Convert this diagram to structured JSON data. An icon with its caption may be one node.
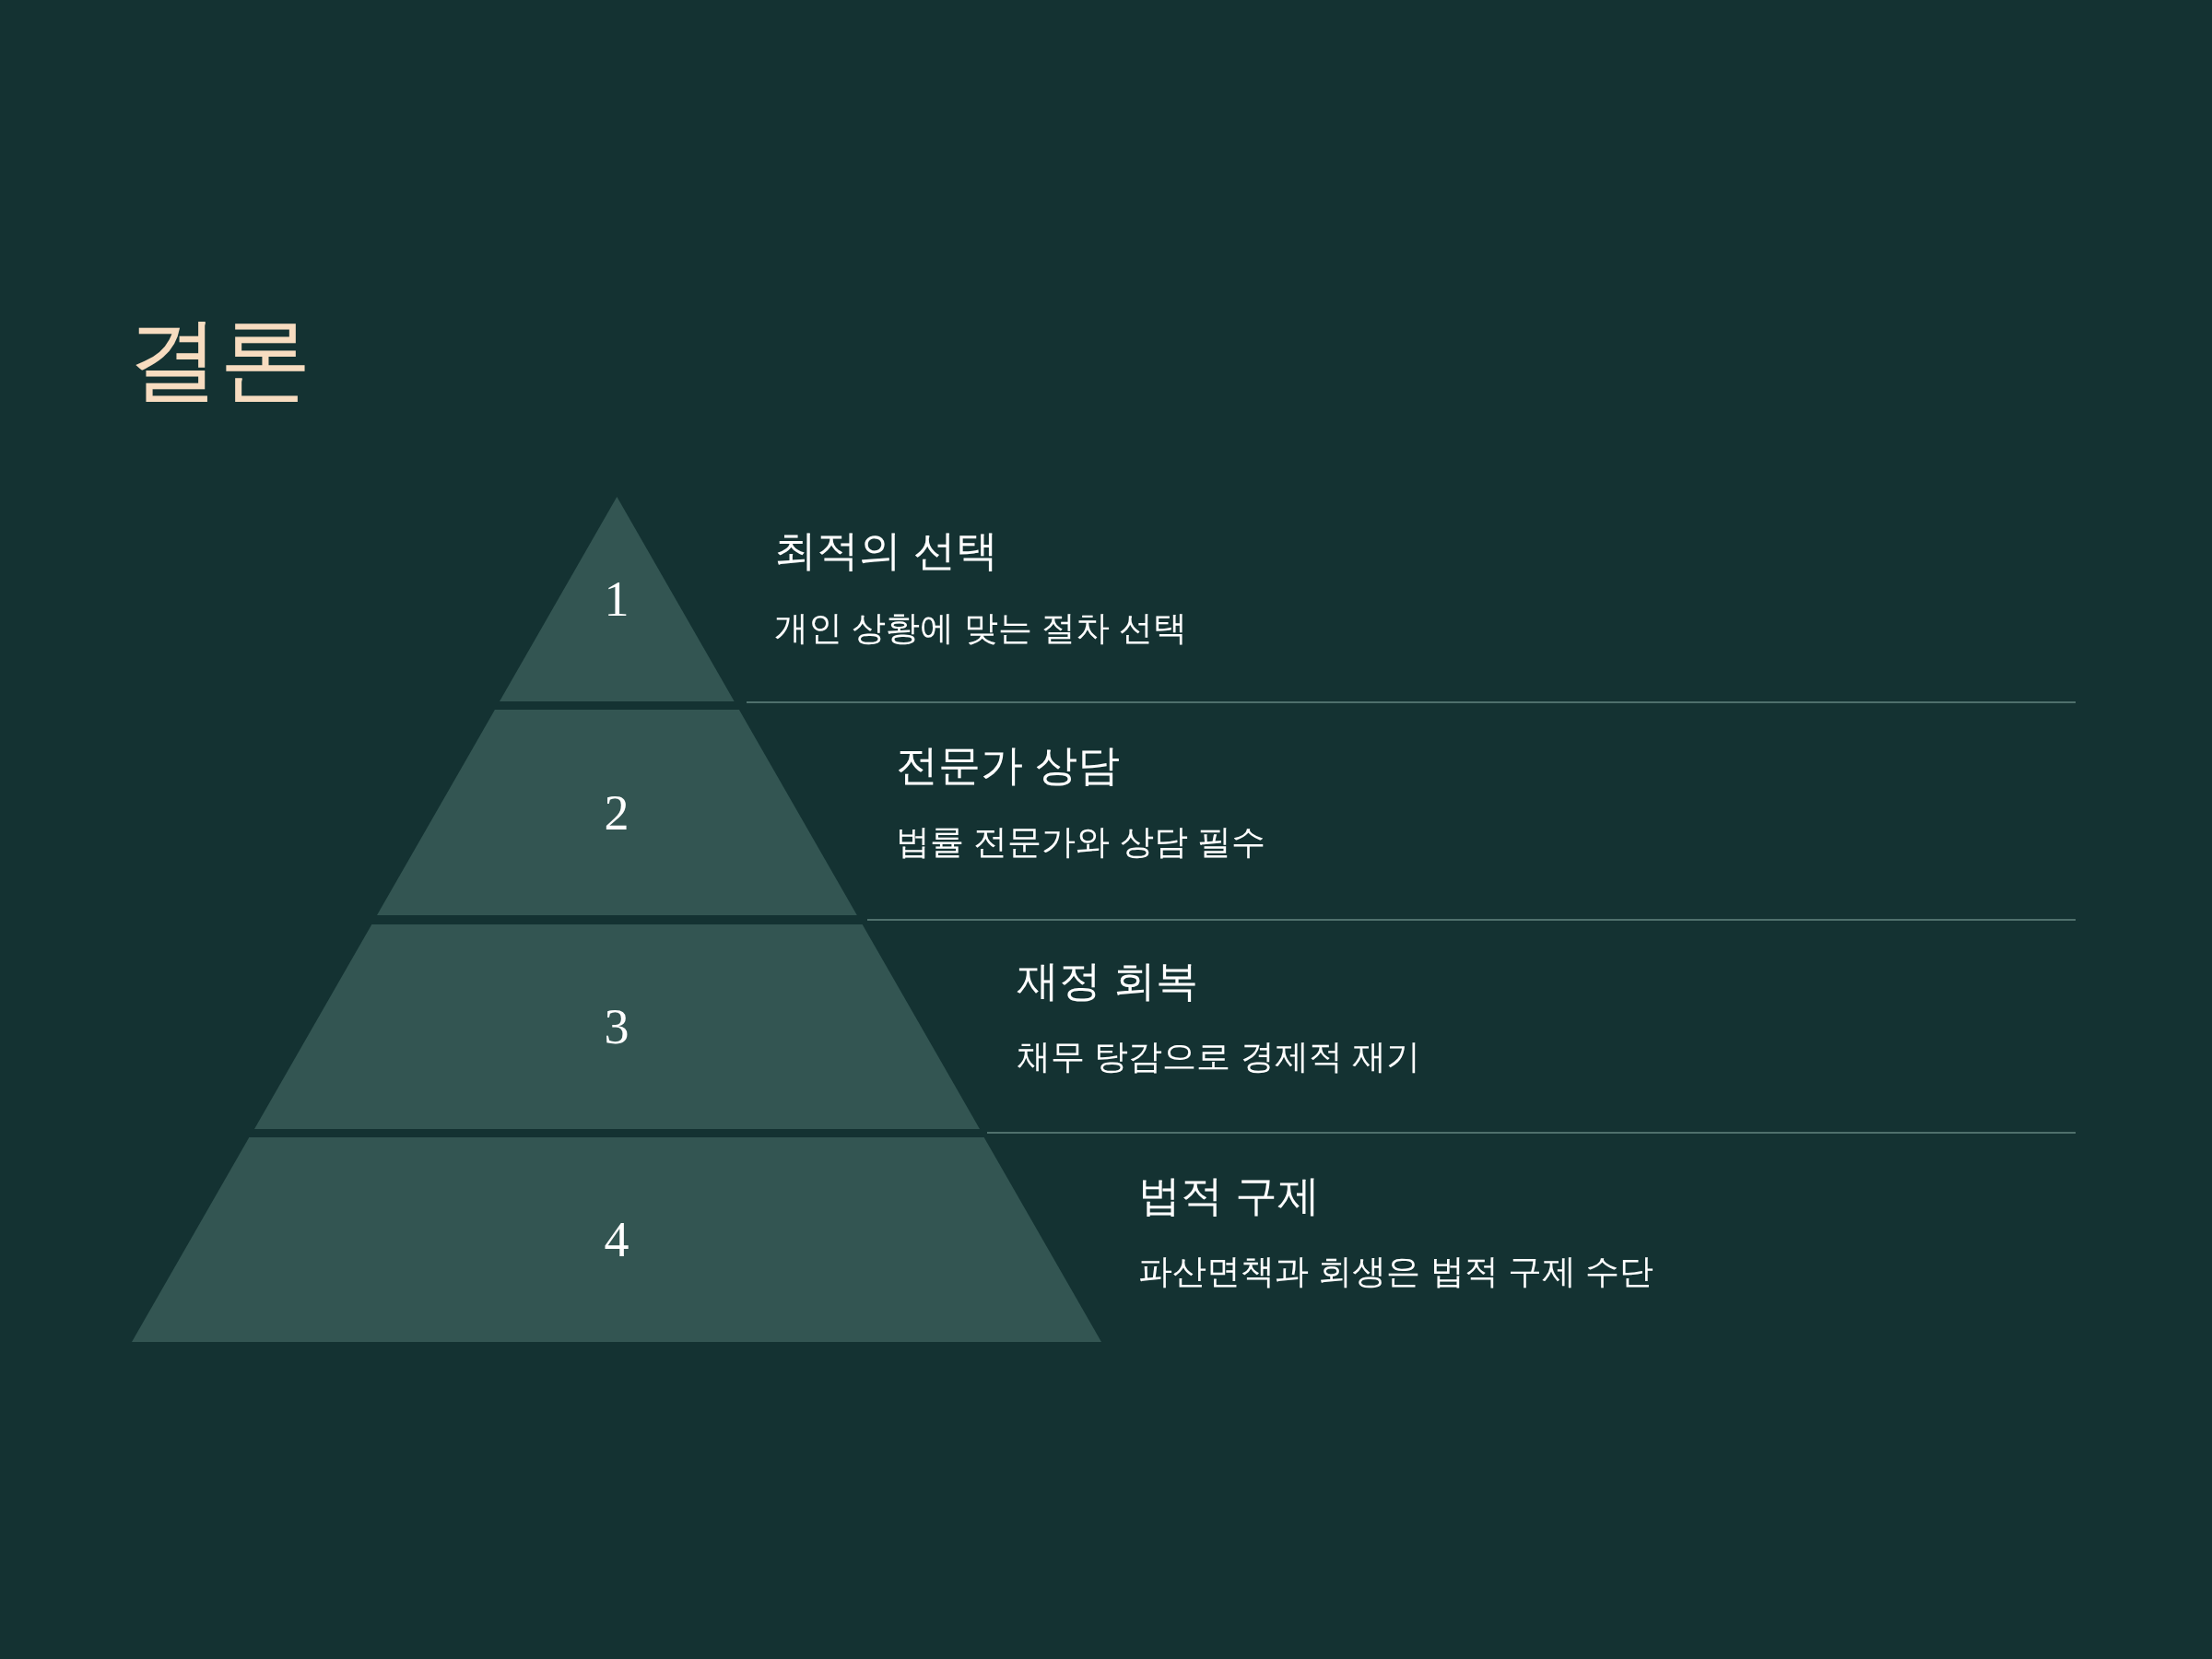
{
  "diagram": {
    "title": "결론",
    "nodes": [
      {
        "text": [
          "1"
        ],
        "beside": [
          "최적의 선택",
          "개인 상황에 맞는 절차 선택"
        ]
      },
      {
        "text": [
          "2"
        ],
        "beside": [
          "전문가 상담",
          "법률 전문가와 상담 필수"
        ]
      },
      {
        "text": [
          "3"
        ],
        "beside": [
          "재정 회복",
          "채무 탕감으로 경제적 재기"
        ]
      },
      {
        "text": [
          "4"
        ],
        "beside": [
          "법적 구제",
          "파산면책과 회생은 법적 구제 수단"
        ]
      }
    ]
  }
}
